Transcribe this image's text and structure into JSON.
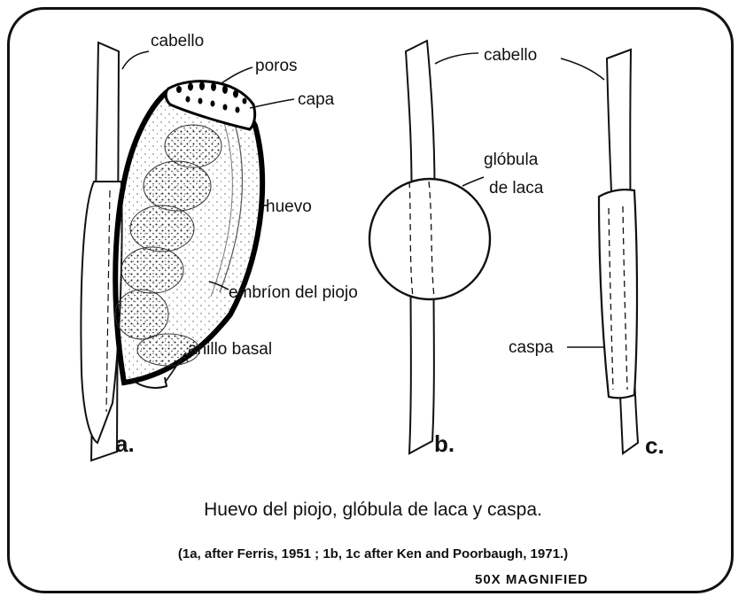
{
  "labels": {
    "a_cabello": "cabello",
    "a_poros": "poros",
    "a_capa": "capa",
    "a_huevo": "huevo",
    "a_embrion": "embríon del piojo",
    "a_anillo": "anillo basal",
    "b_globula_1": "glóbula",
    "b_globula_2": "de laca",
    "c_cabello": "cabello",
    "c_caspa": "caspa"
  },
  "panels": {
    "a": "a.",
    "b": "b.",
    "c": "c."
  },
  "caption": {
    "title": "Huevo del piojo, glóbula de laca y caspa.",
    "credit": "(1a, after Ferris, 1951 ; 1b, 1c after Ken and Poorbaugh, 1971.)",
    "magnification": "50X MAGNIFIED"
  }
}
